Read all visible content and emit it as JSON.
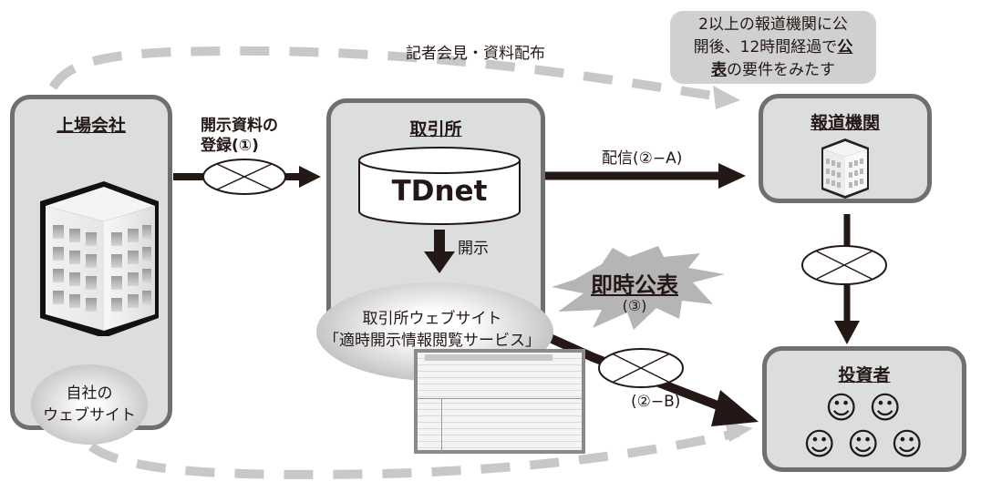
{
  "nodes": {
    "listed_company": {
      "title": "上場会社",
      "own_website": [
        "自社の",
        "ウェブサイト"
      ]
    },
    "exchange": {
      "title": "取引所",
      "system": "TDnet",
      "disclose_label": "開示",
      "website": [
        "取引所ウェブサイト",
        "「適時開示情報閲覧サービス」"
      ]
    },
    "press": {
      "title": "報道機関"
    },
    "investors": {
      "title": "投資者",
      "smiley_count": 5
    }
  },
  "edges": {
    "register": [
      "開示資料の",
      "登録(①)"
    ],
    "distribute": "配信(②−A)",
    "web_to_investor": "(②−B)",
    "press_conference": "記者会見・資料配布"
  },
  "burst": {
    "title": "即時公表",
    "sub": "(③)"
  },
  "callout": {
    "line1": "2以上の報道機関に公",
    "line2a": "開後、12時間経過で",
    "line2b": "公",
    "line3a": "表",
    "line3b": "の要件をみたす"
  },
  "colors": {
    "box_fill": "#dcdddd",
    "box_border": "#6f6f6f",
    "arrow": "#231815",
    "dashed": "#c8c8c8",
    "burst": "#b5b5b5"
  }
}
